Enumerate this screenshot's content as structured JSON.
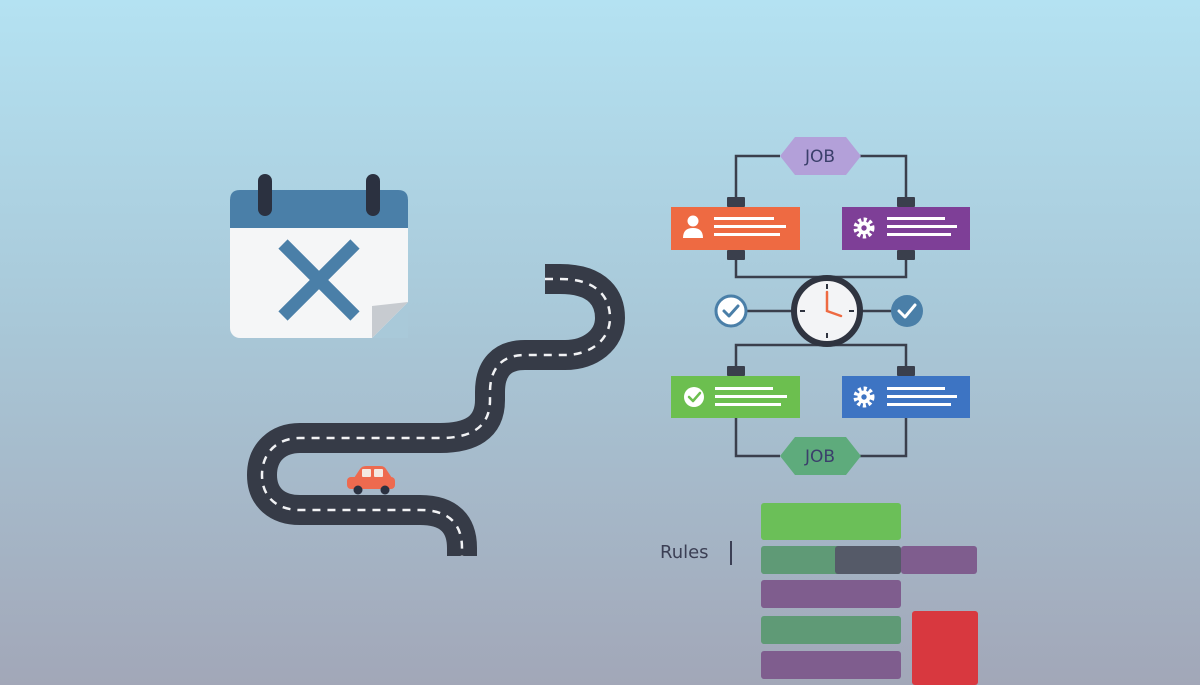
{
  "diagram": {
    "top_node": {
      "label": "JOB"
    },
    "bottom_node": {
      "label": "JOB"
    },
    "rules_label": "Rules",
    "icons": {
      "calendar": "calendar-cancel-icon",
      "road": "winding-road-icon",
      "car": "car-icon",
      "clock": "clock-icon",
      "person": "person-icon",
      "gear": "gear-icon",
      "check": "check-icon"
    },
    "colors": {
      "job_top": "#b3a0d9",
      "job_bottom": "#5eab7c",
      "card_orange": "#ee6a42",
      "card_purple": "#7e3f97",
      "card_green": "#6cbf4f",
      "card_blue": "#3d74c3",
      "road": "#363b47",
      "calendar_header": "#4a7fa8",
      "calendar_x": "#4a7fa8",
      "car": "#ee6a4f",
      "rule_green": "#6bbf58",
      "rule_dark_green": "#5f9a76",
      "rule_purple": "#7f5d8e",
      "rule_gray": "#555a68",
      "rule_red": "#d8383f"
    }
  }
}
